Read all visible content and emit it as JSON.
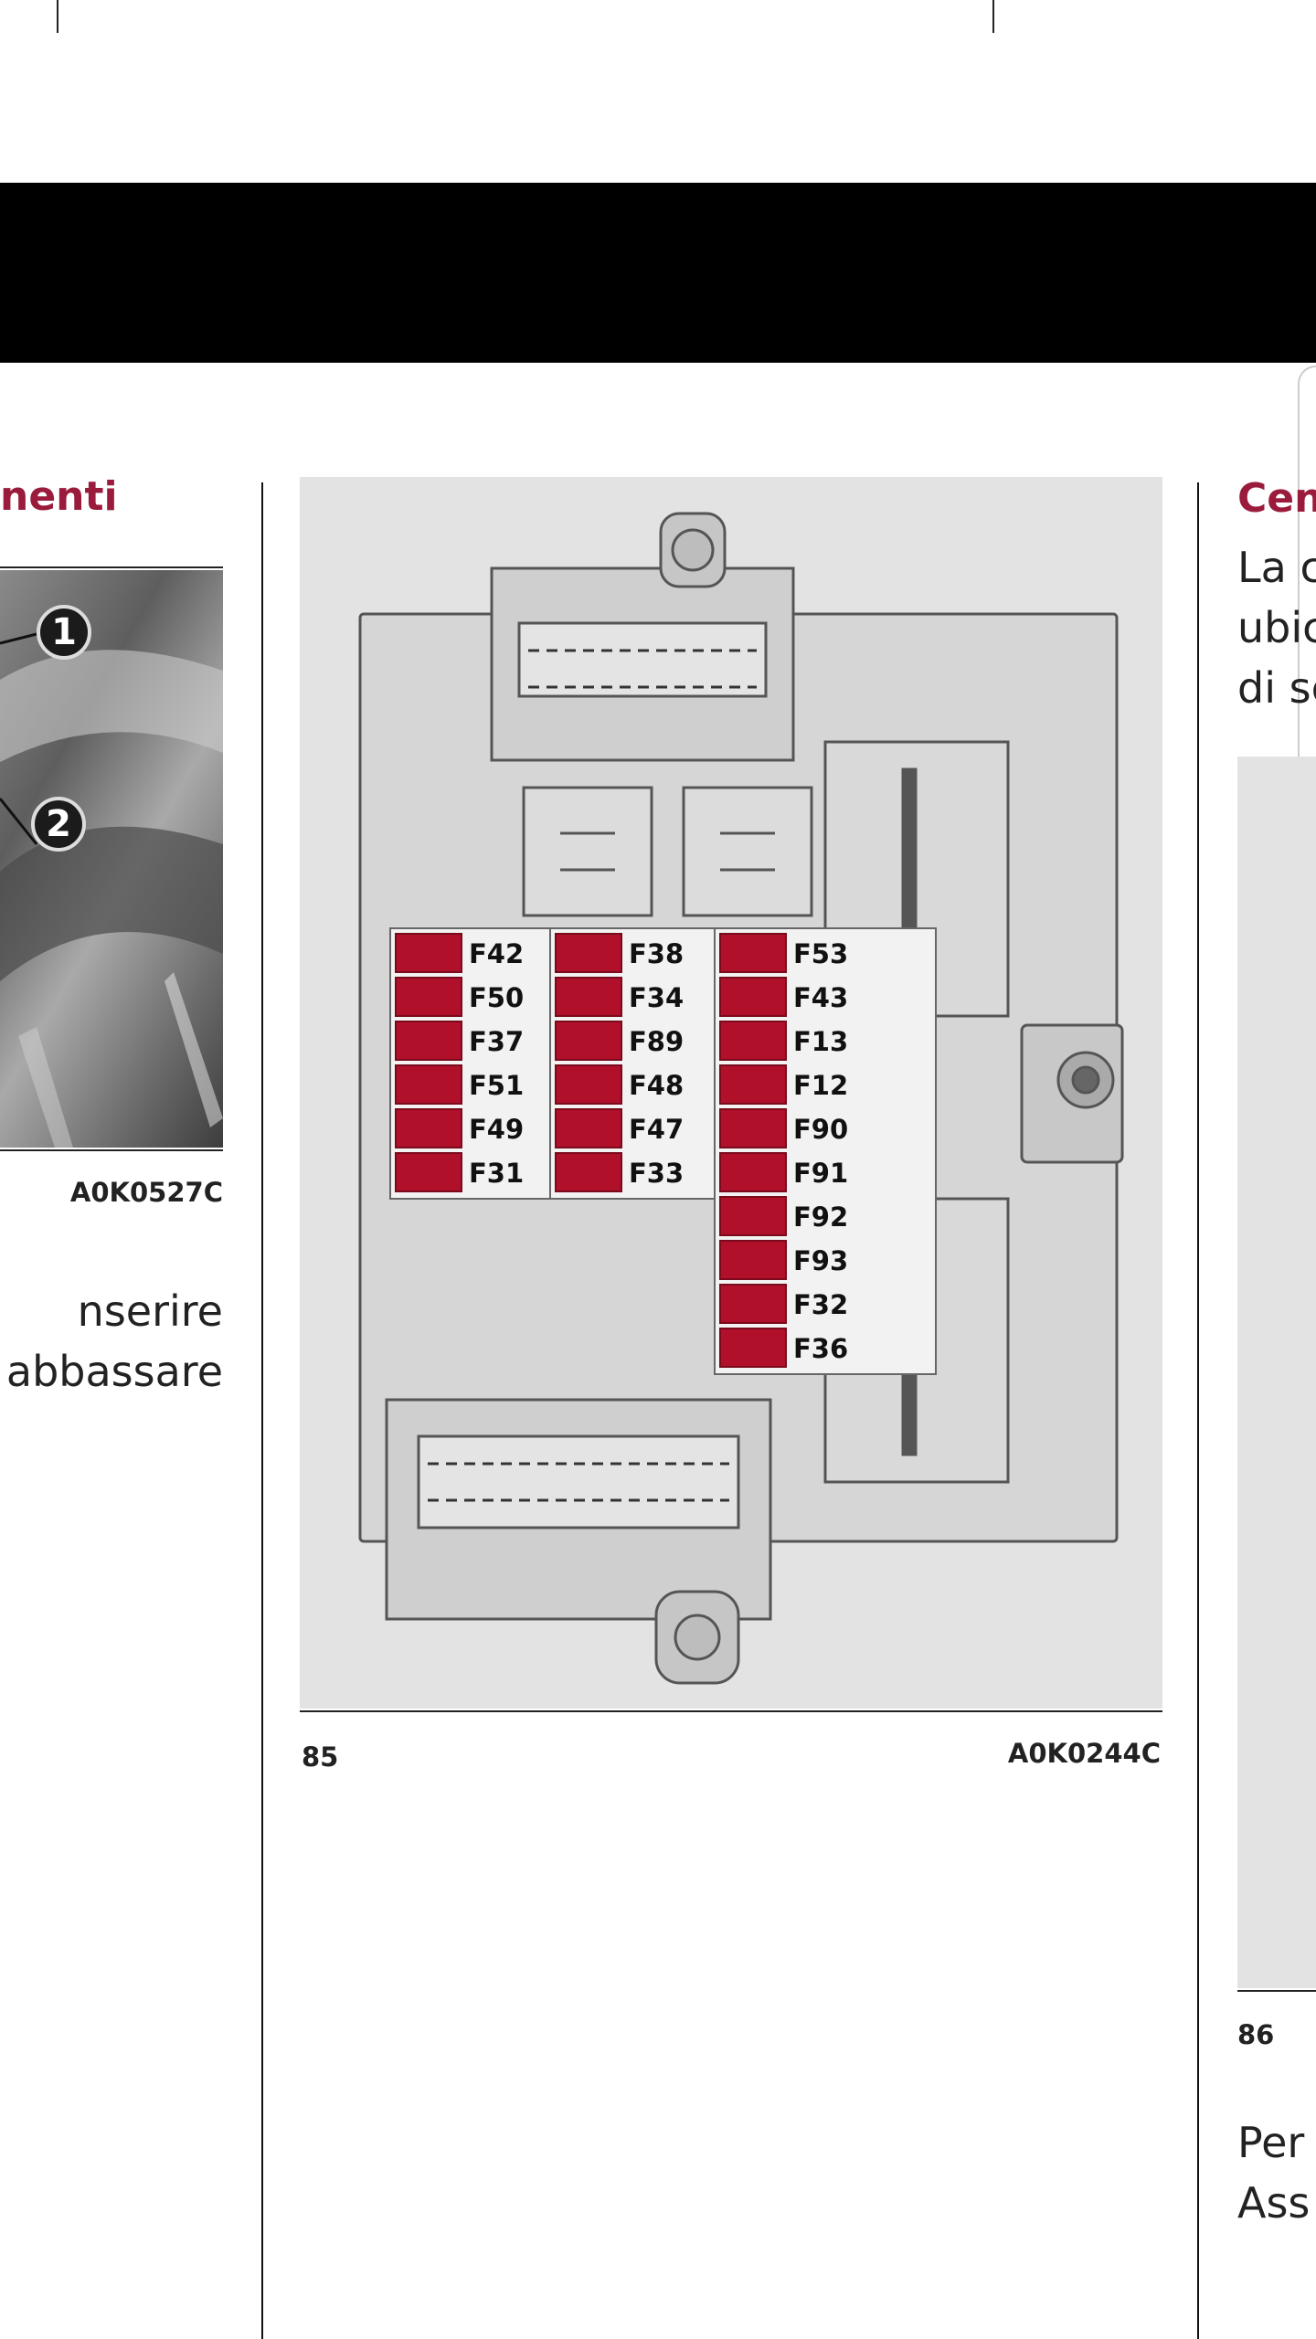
{
  "left_column": {
    "heading_fragment": "nenti",
    "photo_code": "A0K0527C",
    "callouts": [
      "1",
      "2"
    ],
    "text_lines": [
      "nserire",
      "abbassare"
    ]
  },
  "figure": {
    "number": "85",
    "code": "A0K0244C",
    "fuse_columns": [
      [
        "F42",
        "F50",
        "F37",
        "F51",
        "F49",
        "F31"
      ],
      [
        "F38",
        "F34",
        "F89",
        "F48",
        "F47",
        "F33"
      ],
      [
        "F53",
        "F43",
        "F13",
        "F12",
        "F90",
        "F91",
        "F92",
        "F93",
        "F32",
        "F36"
      ]
    ],
    "fuse_color": "#b0102a"
  },
  "right_column": {
    "heading_fragment": "Cen",
    "text_lines": [
      "La c",
      "ubic",
      "di sc"
    ],
    "figure_number": "86",
    "bottom_lines": [
      "Per",
      "Ass"
    ]
  }
}
